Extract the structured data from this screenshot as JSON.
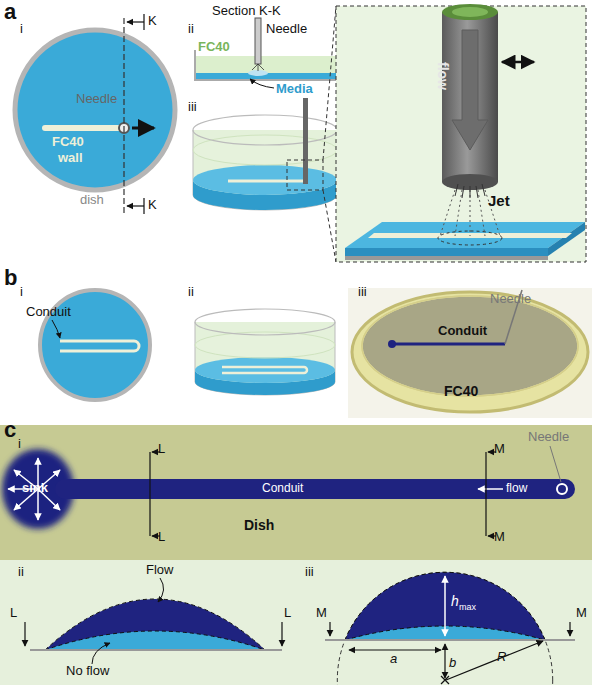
{
  "diagram": {
    "labels": [
      "a",
      "i",
      "ii",
      "Section K-K",
      "Needle",
      "K",
      "Needle",
      "FC40",
      "Media",
      "FC40",
      "wall",
      "K",
      "dish",
      "iii",
      "flow",
      "Jet",
      "b",
      "i",
      "Conduit",
      "ii",
      "iii",
      "Needle",
      "Conduit",
      "FC40",
      "c",
      "i",
      "L",
      "M",
      "Needle",
      "sink",
      "Conduit",
      "flow",
      "Dish",
      "L",
      "M",
      "ii",
      "L",
      "L",
      "Flow",
      "No flow",
      "iii",
      "M",
      "M",
      "h",
      "max",
      "a",
      "b",
      "R"
    ]
  }
}
